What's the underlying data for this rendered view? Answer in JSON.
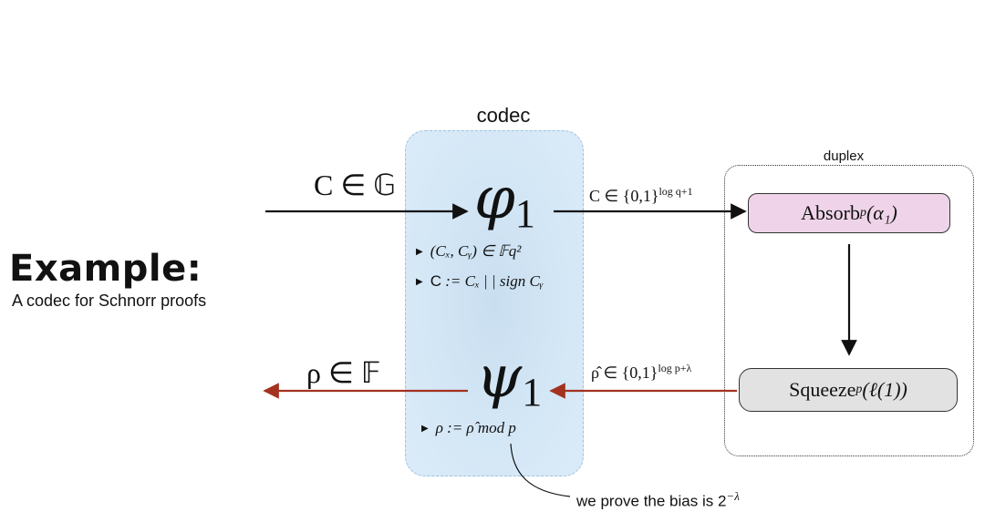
{
  "heading": {
    "title": "Example:",
    "subtitle": "A codec for Schnorr proofs"
  },
  "codec": {
    "label": "codec",
    "phi_symbol": "φ",
    "phi_sub": "1",
    "psi_symbol": "ψ",
    "psi_sub": "1",
    "bullet_1": "(Cₓ, Cᵧ) ∈ 𝔽q²",
    "bullet_2_prefix": "C",
    "bullet_2_rest": ":= Cₓ | | sign Cᵧ",
    "bullet_3": "ρ := ρ̂  mod p"
  },
  "inputs": {
    "c_in_g": "C ∈ 𝔾",
    "rho_in_f": "ρ ∈ 𝔽",
    "c_bits": "C ∈ {0,1}",
    "c_bits_exp": "log q+1",
    "rhohat_bits": "ρ̂ ∈ {0,1}",
    "rhohat_bits_exp": "log p+λ"
  },
  "duplex": {
    "label": "duplex",
    "absorb": "Absorb",
    "absorb_sup": "p",
    "absorb_arg": "(α₁)",
    "squeeze": "Squeeze",
    "squeeze_sup": "p",
    "squeeze_arg": "(ℓ(1))"
  },
  "note": {
    "text": "we prove the bias is 2",
    "exp": "−λ"
  },
  "colors": {
    "forward_arrow": "#111111",
    "backward_arrow": "#a33220",
    "codec_fill": "#d4e7f6",
    "absorb_fill": "#efd4e9",
    "squeeze_fill": "#e2e2e2"
  }
}
